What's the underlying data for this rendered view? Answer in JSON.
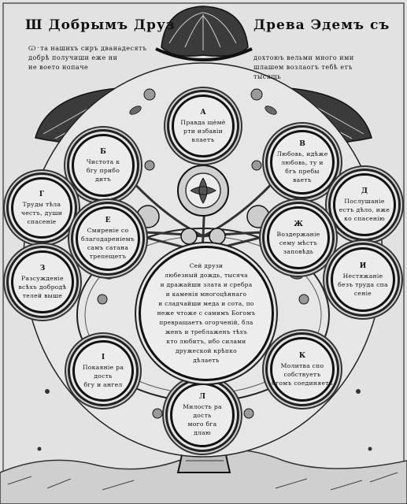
{
  "header": {
    "title_left": "Ш Добрымъ Друз",
    "title_right": "Древа Эдемъ съ",
    "lines_left": "Ѡ᛫та нашихъ сиръ дванадесятъ\nдобрѣ получиши еже ни\nне воето нопаче",
    "lines_right": "дохтоюъ вельми много ими\nшлашем возлаогъ тебѣ етъ\nтысящь"
  },
  "medallions": [
    {
      "num": "А",
      "text": "Правда щѐмѐ\nрти избавіи\nвлаетъ"
    },
    {
      "num": "Б",
      "text": "Чистота к\nбгу прибо\nдитъ"
    },
    {
      "num": "В",
      "text": "Любовь, идѣже\nлюбовь, ту и\nбгъ пребы\nваетъ"
    },
    {
      "num": "Г",
      "text": "Труды тѣла\nчестъ, души\nспасеніе"
    },
    {
      "num": "Д",
      "text": "Послушаніе\nестъ дѣло, иже\nко спасенію"
    },
    {
      "num": "Е",
      "text": "Смиреніе со\nблагодареніемъ\nсамъ сатана\nтрепещетъ"
    },
    {
      "num": "Ж",
      "text": "Воздержаніе\nсему мѣстъ\nзаповѣдь"
    },
    {
      "num": "З",
      "text": "Разсужденіе\nвсѣхъ добродѣ\nтелей выше"
    },
    {
      "num": "И",
      "text": "Нестяжаніе\nбезъ труда спа\nсеніе"
    },
    {
      "num": "І",
      "text": "Покаяніе ра\nдость\nбгу и ангел"
    },
    {
      "num": "К",
      "text": "Молитва спо\nсобствуетъ\nбгомъ соединяетъ"
    },
    {
      "num": "Л",
      "text": "Милость ра\nдость\nмого бга\nдлаю"
    }
  ],
  "center": {
    "text": "Сей друзи\nлюбезный дождь, тысяча\nи дражайши злата и сребра\nи каменія многоцѣннаго\nи сладчайши меда и сота, по\nнеже чтоже с самимъ Богомъ\nпрeвращаетъ огорченій, бла\nженъ и треблаженъ тѣхъ\nкто любитъ, ибо силами\nдружеской крѣпко\nдѣлаетъ"
  },
  "colors": {
    "paper": "#e2e2e2",
    "ink": "#111111",
    "shade": "#6a6a6a"
  }
}
